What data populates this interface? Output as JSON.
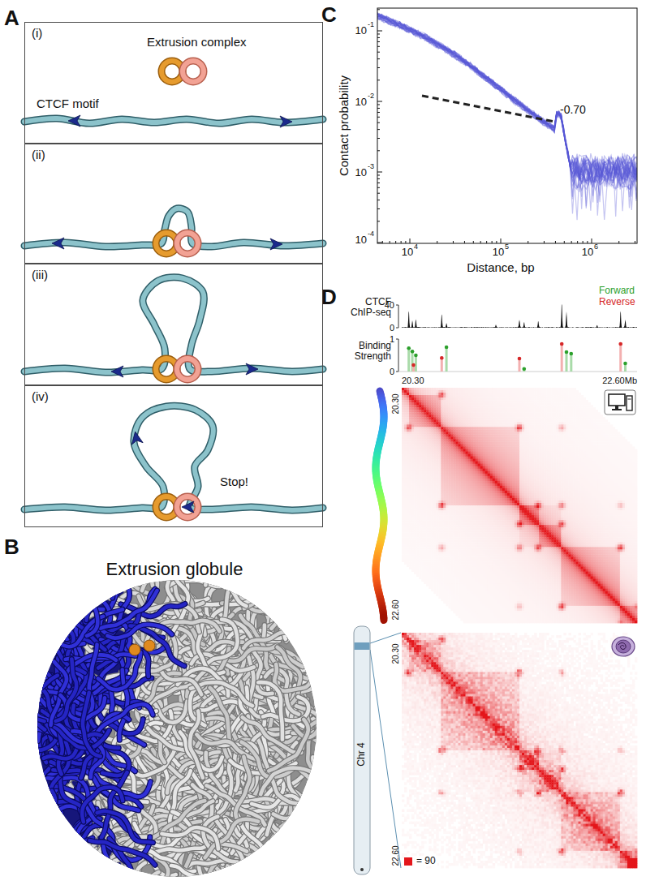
{
  "diagram": {
    "nodes": [
      {
        "text": [
          "(i)",
          "Extrusion complex",
          "CTCF motif"
        ]
      },
      {
        "text": [
          "(ii)"
        ]
      },
      {
        "text": [
          "(iii)"
        ]
      },
      {
        "text": [
          "(iv)",
          "Stop!"
        ]
      }
    ],
    "labels": [
      "A",
      "B",
      "Extrusion globule",
      "C",
      "Contact probability",
      "Distance, bp",
      "10",
      "-1",
      "10",
      "-2",
      "10",
      "-3",
      "10",
      "-4",
      "10",
      "4",
      "10",
      "5",
      "10",
      "6",
      "-0.70",
      "D",
      "CTCF ChIP-seq",
      "Forward",
      "Reverse",
      "40",
      "0",
      "Binding Strength",
      "1",
      "0",
      "20.30",
      "22.60Mb",
      "20.30",
      "22.60",
      "20.30",
      "22.60",
      "Chr 4"
    ],
    "legend": [
      {
        "text": "= 90",
        "color": "#e4161b"
      }
    ]
  }
}
